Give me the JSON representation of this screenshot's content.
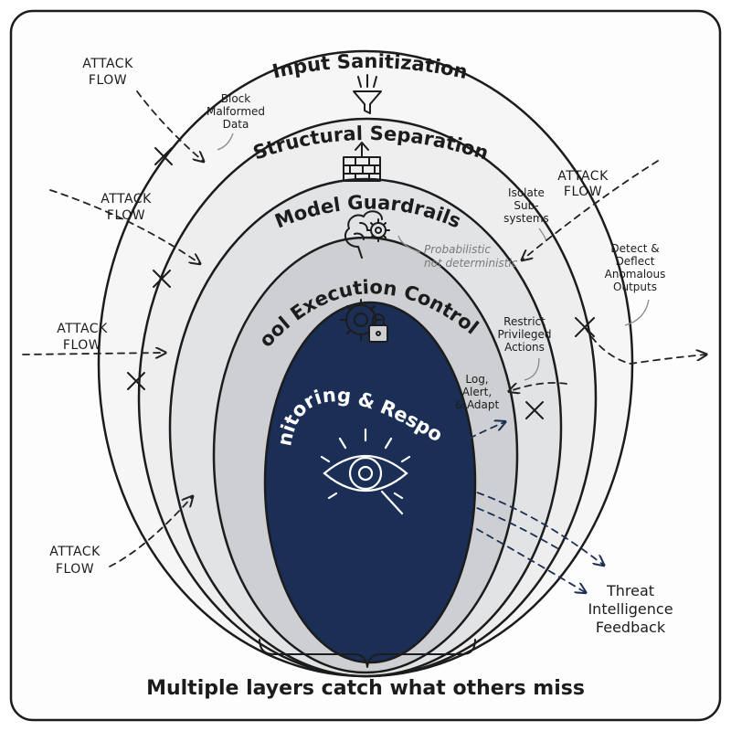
{
  "colors": {
    "frame_bg": "#fdfdfd",
    "ring1": "#f6f6f6",
    "ring2": "#eeeeef",
    "ring3": "#e2e3e5",
    "ring4": "#cdcfd2",
    "core": "#1b2e55",
    "ink": "#1c1c1c"
  },
  "layers": [
    {
      "title": "Input Sanitization",
      "icon": "funnel-icon"
    },
    {
      "title": "Structural Separation",
      "icon": "firewall-icon"
    },
    {
      "title": "Model Guardrails",
      "icon": "brain-gear-icon"
    },
    {
      "title": "Tool Execution Controls",
      "icon": "gear-lock-icon"
    },
    {
      "title": "Monitoring & Response",
      "icon": "eye-magnifier-icon"
    }
  ],
  "notes": {
    "block": [
      "Block",
      "Malformed",
      "Data"
    ],
    "isolate": [
      "Isolate",
      "Sub-",
      "systems"
    ],
    "probabilistic": [
      "Probabilistic",
      "not deterministic"
    ],
    "detect": [
      "Detect &",
      "Deflect",
      "Anomalous",
      "Outputs"
    ],
    "restrict": [
      "Restrict",
      "Privileged",
      "Actions"
    ],
    "log": [
      "Log,",
      "Alert,",
      "& Adapt"
    ]
  },
  "attack_labels": {
    "a1": [
      "ATTACK",
      "FLOW"
    ],
    "a2": [
      "ATTACK",
      "FLOW"
    ],
    "a3": [
      "ATTACK",
      "FLOW"
    ],
    "a4": [
      "ATTACK",
      "FLOW"
    ],
    "a5": [
      "ATTACK",
      "FLOW"
    ]
  },
  "threat": [
    "Threat",
    "Intelligence",
    "Feedback"
  ],
  "footer": "Multiple layers catch what others miss"
}
